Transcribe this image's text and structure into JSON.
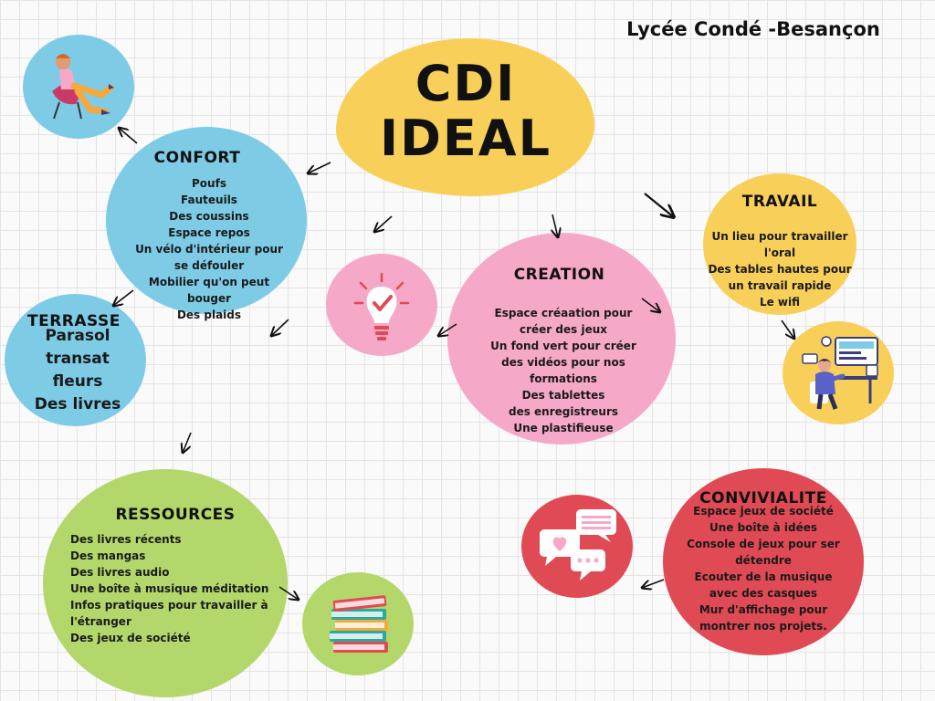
{
  "header": {
    "school": "Lycée Condé -Besançon"
  },
  "center": {
    "title_line1": "CDI",
    "title_line2": "IDEAL"
  },
  "confort": {
    "heading": "CONFORT",
    "items": [
      "Poufs",
      "Fauteuils",
      "Des coussins",
      "Espace repos",
      "Un vélo d'intérieur pour se défouler",
      "Mobilier qu'on peut bouger",
      "Des plaids"
    ]
  },
  "terrasse": {
    "heading": "TERRASSE",
    "items": [
      "Parasol",
      "transat",
      "fleurs",
      "Des livres"
    ]
  },
  "creation": {
    "heading": "CREATION",
    "items": [
      "Espace créaation pour créer des jeux",
      "Un fond vert pour créer des vidéos pour nos formations",
      "Des tablettes",
      "des enregistreurs",
      "Une plastifieuse"
    ]
  },
  "travail": {
    "heading": "TRAVAIL",
    "items": [
      "Un lieu pour travailler l'oral",
      "Des tables hautes pour un travail rapide",
      "Le wifi"
    ]
  },
  "ressources": {
    "heading": "RESSOURCES",
    "items": [
      "Des livres récents",
      "Des mangas",
      "Des livres audio",
      "Une boîte à musique méditation",
      "Infos pratiques pour travailler à l'étranger",
      "Des jeux de société"
    ]
  },
  "convivialite": {
    "heading": "CONVIVIALITE",
    "items": [
      "Espace jeux de société",
      "Une boîte à idées",
      "Console de jeux pour ser détendre",
      "Ecouter de la musique avec des casques",
      "Mur d'affichage pour montrer nos projets."
    ]
  },
  "icons": {
    "relax": "person-relaxing-icon",
    "idea": "lightbulb-check-icon",
    "work": "person-at-computer-icon",
    "books": "book-stack-icon",
    "chat": "chat-bubbles-icon"
  },
  "colors": {
    "blue": "#7ecbe6",
    "yellow": "#f8cf59",
    "pink": "#f5a8c8",
    "green": "#b3d76a",
    "red": "#e04a54"
  }
}
